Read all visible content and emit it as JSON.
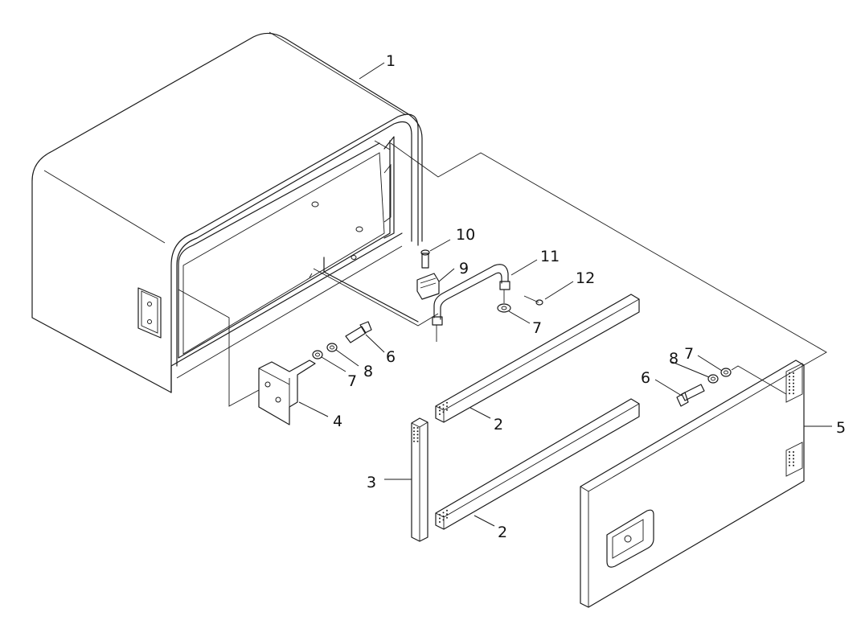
{
  "callouts": [
    {
      "id": "c1",
      "text": "1"
    },
    {
      "id": "c2a",
      "text": "2"
    },
    {
      "id": "c2b",
      "text": "2"
    },
    {
      "id": "c3",
      "text": "3"
    },
    {
      "id": "c4",
      "text": "4"
    },
    {
      "id": "c5",
      "text": "5"
    },
    {
      "id": "c6a",
      "text": "6"
    },
    {
      "id": "c6b",
      "text": "6"
    },
    {
      "id": "c7a",
      "text": "7"
    },
    {
      "id": "c7b",
      "text": "7"
    },
    {
      "id": "c7c",
      "text": "7"
    },
    {
      "id": "c8a",
      "text": "8"
    },
    {
      "id": "c8b",
      "text": "8"
    },
    {
      "id": "c9",
      "text": "9"
    },
    {
      "id": "c10",
      "text": "10"
    },
    {
      "id": "c11",
      "text": "11"
    },
    {
      "id": "c12",
      "text": "12"
    }
  ],
  "colors": {
    "line": "#1a1a1a",
    "background": "#ffffff"
  }
}
